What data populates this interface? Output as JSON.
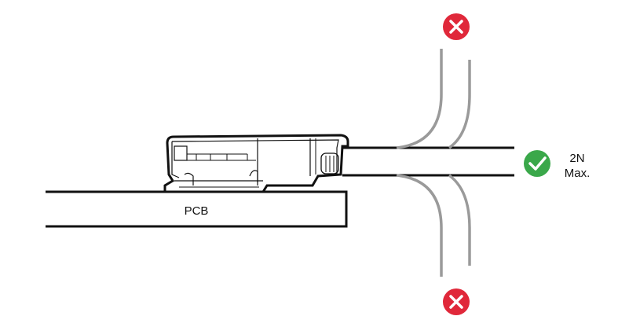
{
  "labels": {
    "pcb": "PCB",
    "force_value": "2N",
    "force_suffix": "Max."
  },
  "status": {
    "top_marker": "incorrect",
    "bottom_marker": "incorrect",
    "right_marker": "correct"
  },
  "icons": {
    "top": "x-icon",
    "bottom": "x-icon",
    "right": "check-icon"
  },
  "colors": {
    "outline": "#111111",
    "cable_bent": "#9a9a9a",
    "error": "#e0283a",
    "ok": "#3aa84a",
    "background": "#ffffff"
  }
}
